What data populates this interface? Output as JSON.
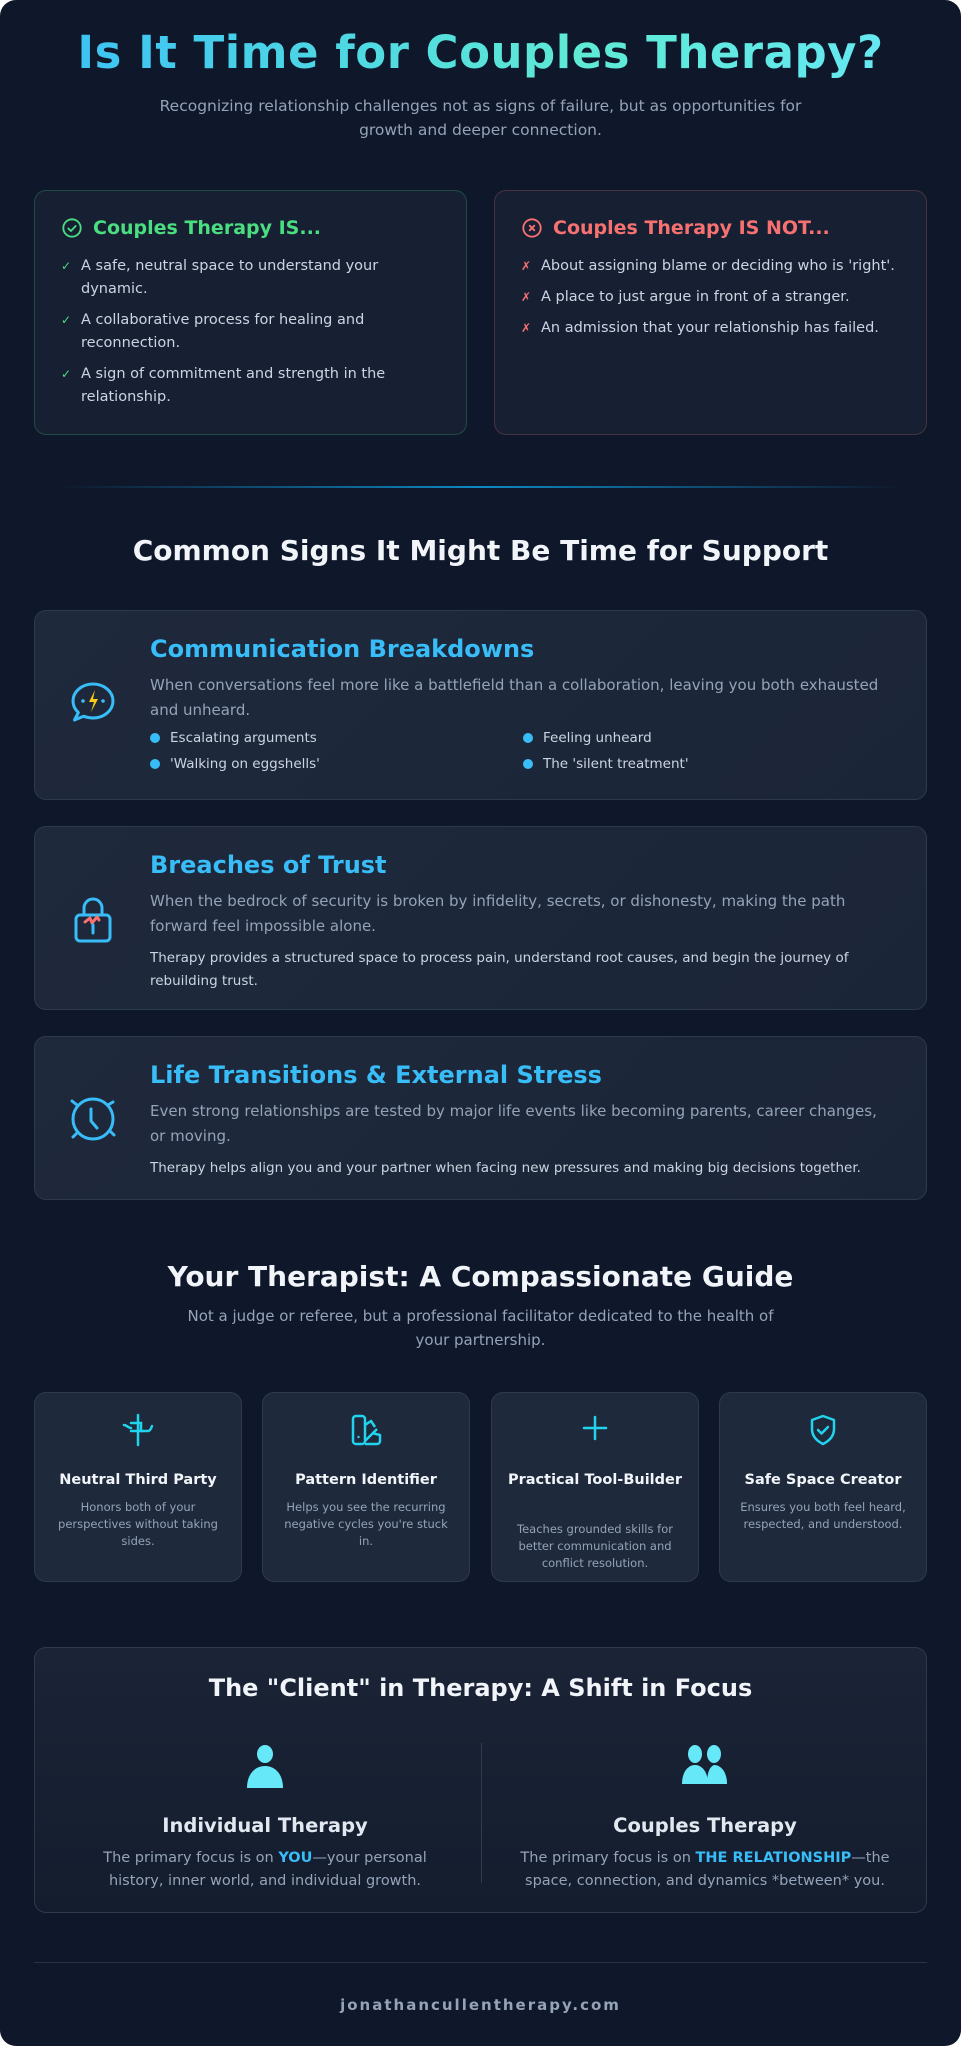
{
  "header": {
    "title": "Is It Time for Couples Therapy?",
    "subtitle": "Recognizing relationship challenges not as signs of failure, but as opportunities for growth and deeper connection."
  },
  "is_card": {
    "title": "Couples Therapy IS...",
    "icon": "check-circle-icon",
    "items": [
      "A safe, neutral space to understand your dynamic.",
      "A collaborative process for healing and reconnection.",
      "A sign of commitment and strength in the relationship."
    ]
  },
  "not_card": {
    "title": "Couples Therapy IS NOT...",
    "icon": "x-circle-icon",
    "items": [
      "About assigning blame or deciding who is 'right'.",
      "A place to just argue in front of a stranger.",
      "An admission that your relationship has failed."
    ]
  },
  "signs": {
    "heading": "Common Signs It Might Be Time for Support",
    "items": [
      {
        "title": "Communication Breakdowns",
        "icon": "chat-lightning-icon",
        "description": "When conversations feel more like a battlefield than a collaboration, leaving you both exhausted and unheard.",
        "bullets": [
          "Escalating arguments",
          "Feeling unheard",
          "'Walking on eggshells'",
          "The 'silent treatment'"
        ]
      },
      {
        "title": "Breaches of Trust",
        "icon": "broken-lock-icon",
        "description": "When the bedrock of security is broken by infidelity, secrets, or dishonesty, making the path forward feel impossible alone.",
        "note": "Therapy provides a structured space to process pain, understand root causes, and begin the journey of rebuilding trust."
      },
      {
        "title": "Life Transitions & External Stress",
        "icon": "clock-cycle-icon",
        "description": "Even strong relationships are tested by major life events like becoming parents, career changes, or moving.",
        "note": "Therapy helps align you and your partner when facing new pressures and making big decisions together."
      }
    ]
  },
  "guide": {
    "heading": "Your Therapist: A Compassionate Guide",
    "subtitle": "Not a judge or referee, but a professional facilitator dedicated to the health of your partnership.",
    "roles": [
      {
        "title": "Neutral Third Party",
        "icon": "balance-icon",
        "description": "Honors both of your perspectives without taking sides."
      },
      {
        "title": "Pattern Identifier",
        "icon": "swatch-pattern-icon",
        "description": "Helps you see the recurring negative cycles you're stuck in."
      },
      {
        "title": "Practical Tool-Builder",
        "icon": "plus-icon",
        "description": "Teaches grounded skills for better communication and conflict resolution."
      },
      {
        "title": "Safe Space Creator",
        "icon": "shield-check-icon",
        "description": "Ensures you both feel heard, respected, and understood."
      }
    ]
  },
  "client": {
    "heading": "The \"Client\" in Therapy: A Shift in Focus",
    "individual": {
      "title": "Individual Therapy",
      "icon": "person-icon",
      "desc_pre": "The primary focus is on ",
      "desc_hl": "YOU",
      "desc_post": "—your personal history, inner world, and individual growth."
    },
    "couples": {
      "title": "Couples Therapy",
      "icon": "two-people-icon",
      "desc_pre": "The primary focus is on ",
      "desc_hl": "THE RELATIONSHIP",
      "desc_post": "—the space, connection, and dynamics *between* you."
    }
  },
  "footer": {
    "site": "jonathancullentherapy.com"
  },
  "colors": {
    "background": "#0f172a",
    "card": "#1e293b",
    "accent": "#38bdf8",
    "positive": "#4ade80",
    "negative": "#f87171",
    "warning": "#facc15"
  }
}
